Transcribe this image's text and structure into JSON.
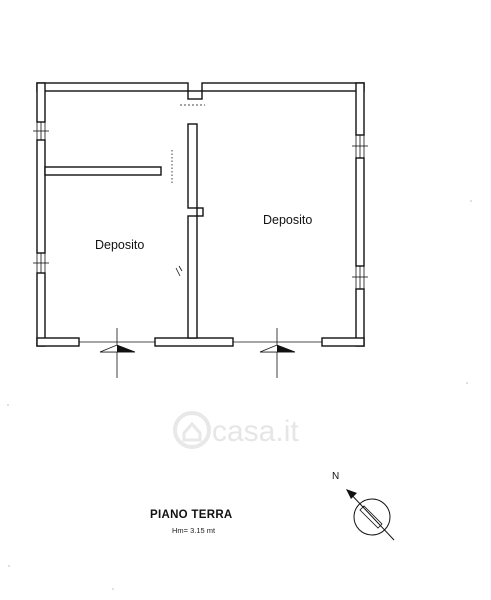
{
  "rooms": [
    {
      "label": "Deposito"
    },
    {
      "label": "Deposito"
    }
  ],
  "floor": {
    "title": "PIANO TERRA",
    "height_note": "Hm= 3.15 mt"
  },
  "compass": {
    "label": "N"
  },
  "watermark": {
    "text": "casa.it"
  }
}
